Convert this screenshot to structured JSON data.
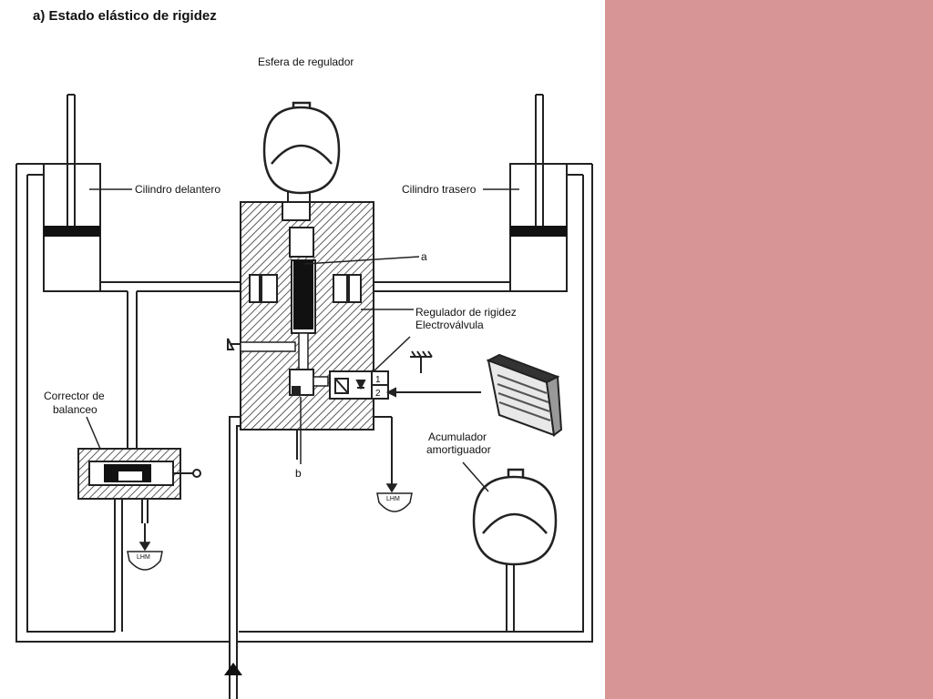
{
  "title": "a) Estado elástico de rigidez",
  "labels": {
    "esfera_regulador": "Esfera de regulador",
    "cilindro_delantero": "Cilindro delantero",
    "cilindro_trasero": "Cilindro trasero",
    "a": "a",
    "b": "b",
    "regulador_rigidez": "Regulador de rigidez",
    "electrovalvula": "Electroválvula",
    "corrector_l1": "Corrector de",
    "corrector_l2": "balanceo",
    "acumulador_l1": "Acumulador",
    "acumulador_l2": "amortiguador",
    "lhm": "LHM",
    "pin1": "1",
    "pin2": "2"
  },
  "colors": {
    "side_panel": "#d89595",
    "line": "#222222"
  }
}
